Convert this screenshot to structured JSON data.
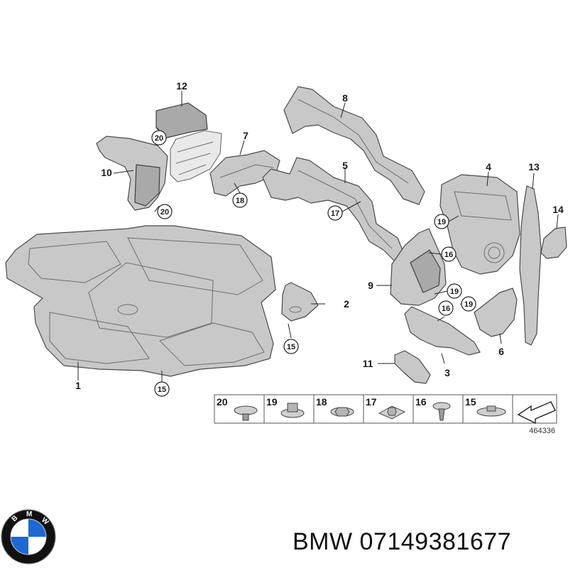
{
  "callouts": {
    "c1": "1",
    "c2": "2",
    "c3": "3",
    "c4": "4",
    "c5": "5",
    "c6": "6",
    "c7": "7",
    "c8": "8",
    "c9": "9",
    "c10": "10",
    "c11": "11",
    "c12": "12",
    "c13": "13",
    "c14": "14"
  },
  "circled": {
    "a20": "20",
    "b20": "20",
    "a18": "18",
    "a17": "17",
    "a19": "19",
    "b19": "19",
    "c19": "19",
    "a16": "16",
    "b16": "16",
    "a15": "15",
    "b15": "15"
  },
  "legend": {
    "items": [
      "20",
      "19",
      "18",
      "17",
      "16",
      "15"
    ]
  },
  "reference_number": "464336",
  "logo": {
    "text": "BMW",
    "colors": {
      "blue": "#1c69d4",
      "ring": "#111111"
    }
  },
  "footer": {
    "brand": "BMW",
    "part_number": "07149381677"
  }
}
